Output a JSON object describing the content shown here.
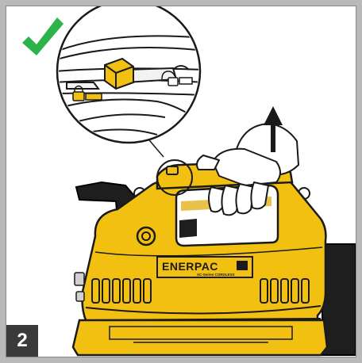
{
  "step": {
    "number": "2"
  },
  "status": {
    "icon": "checkmark-icon",
    "color": "#2cb34a"
  },
  "product": {
    "brand": "ENERPAC",
    "brand_mark": "®",
    "series": "XC-Series CORDLESS",
    "body_color": "#f2c010",
    "outline_color": "#1a1a1a"
  },
  "callout": {
    "icon": "latch-lock-detail"
  },
  "action": {
    "icon": "arrow-up-icon",
    "meaning": "lift up"
  }
}
